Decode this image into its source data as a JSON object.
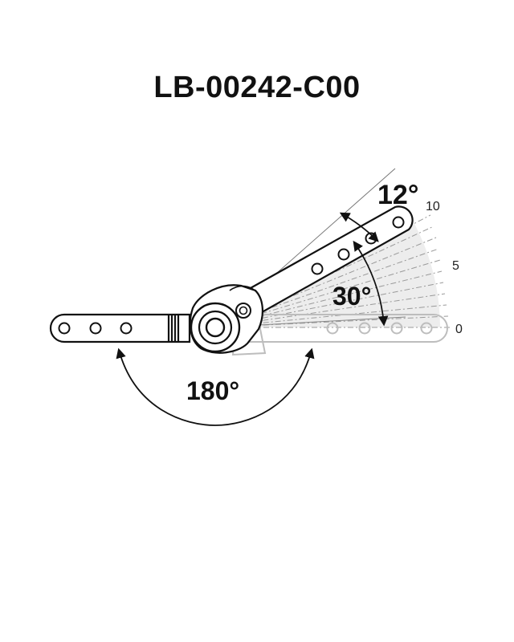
{
  "title": "LB-00242-C00",
  "angles": {
    "fine": "12°",
    "adjust": "30°",
    "fold": "180°"
  },
  "scale": {
    "top": "10",
    "middle": "5",
    "bottom": "0"
  },
  "colors": {
    "ink": "#111111",
    "ghost": "#bdbdbd",
    "shade": "#d9d9d9"
  }
}
